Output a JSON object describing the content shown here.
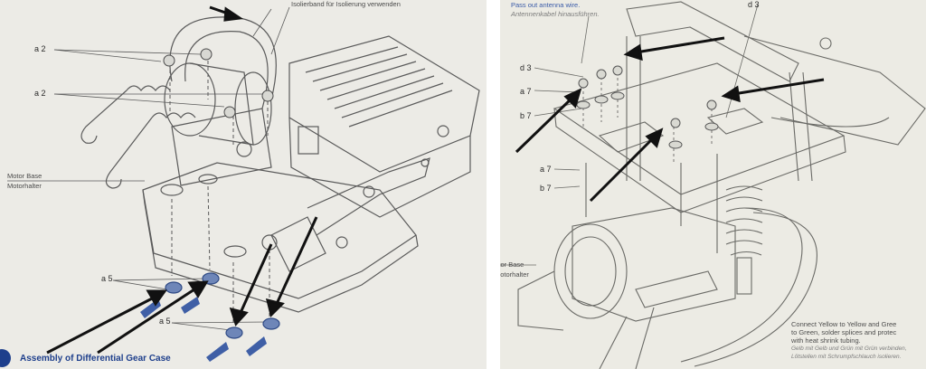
{
  "left": {
    "header_text": "Isolierband für Isolierung verwenden",
    "labels": {
      "a2_top": "a 2",
      "a2_mid": "a 2",
      "motor_base_en": "Motor Base",
      "motor_base_de": "Motorhalter",
      "a5_left": "a 5",
      "a5_bottom": "a 5"
    },
    "caption": "Assembly of Differential Gear Case"
  },
  "right": {
    "top_note_en": "Pass out antenna wire.",
    "top_note_de": "Antennenkabel hinausführen.",
    "labels": {
      "d3_top": "d 3",
      "d3_left": "d 3",
      "a7_top": "a 7",
      "b7_top": "b 7",
      "a7_mid": "a 7",
      "b7_mid": "b 7",
      "motor_base_en": "Motor Base",
      "motor_base_de": "Motorhalter"
    },
    "connect_note": [
      "Connect Yellow to Yellow and Gree",
      "to Green, solder splices and protec",
      "with heat shrink tubing."
    ],
    "connect_note_de": [
      "Gelb mit Gelb und Grün mit Grün verbinden,",
      "Lötstellen mit Schrumpfschlauch isolieren."
    ]
  },
  "colors": {
    "paper_left": "#ecebe6",
    "paper_right": "#ecebe4",
    "line_art": "#5a5a5a",
    "arrow": "#111111",
    "washer_blue": "#3f5fa6",
    "caption_blue": "#1e3f8c"
  }
}
